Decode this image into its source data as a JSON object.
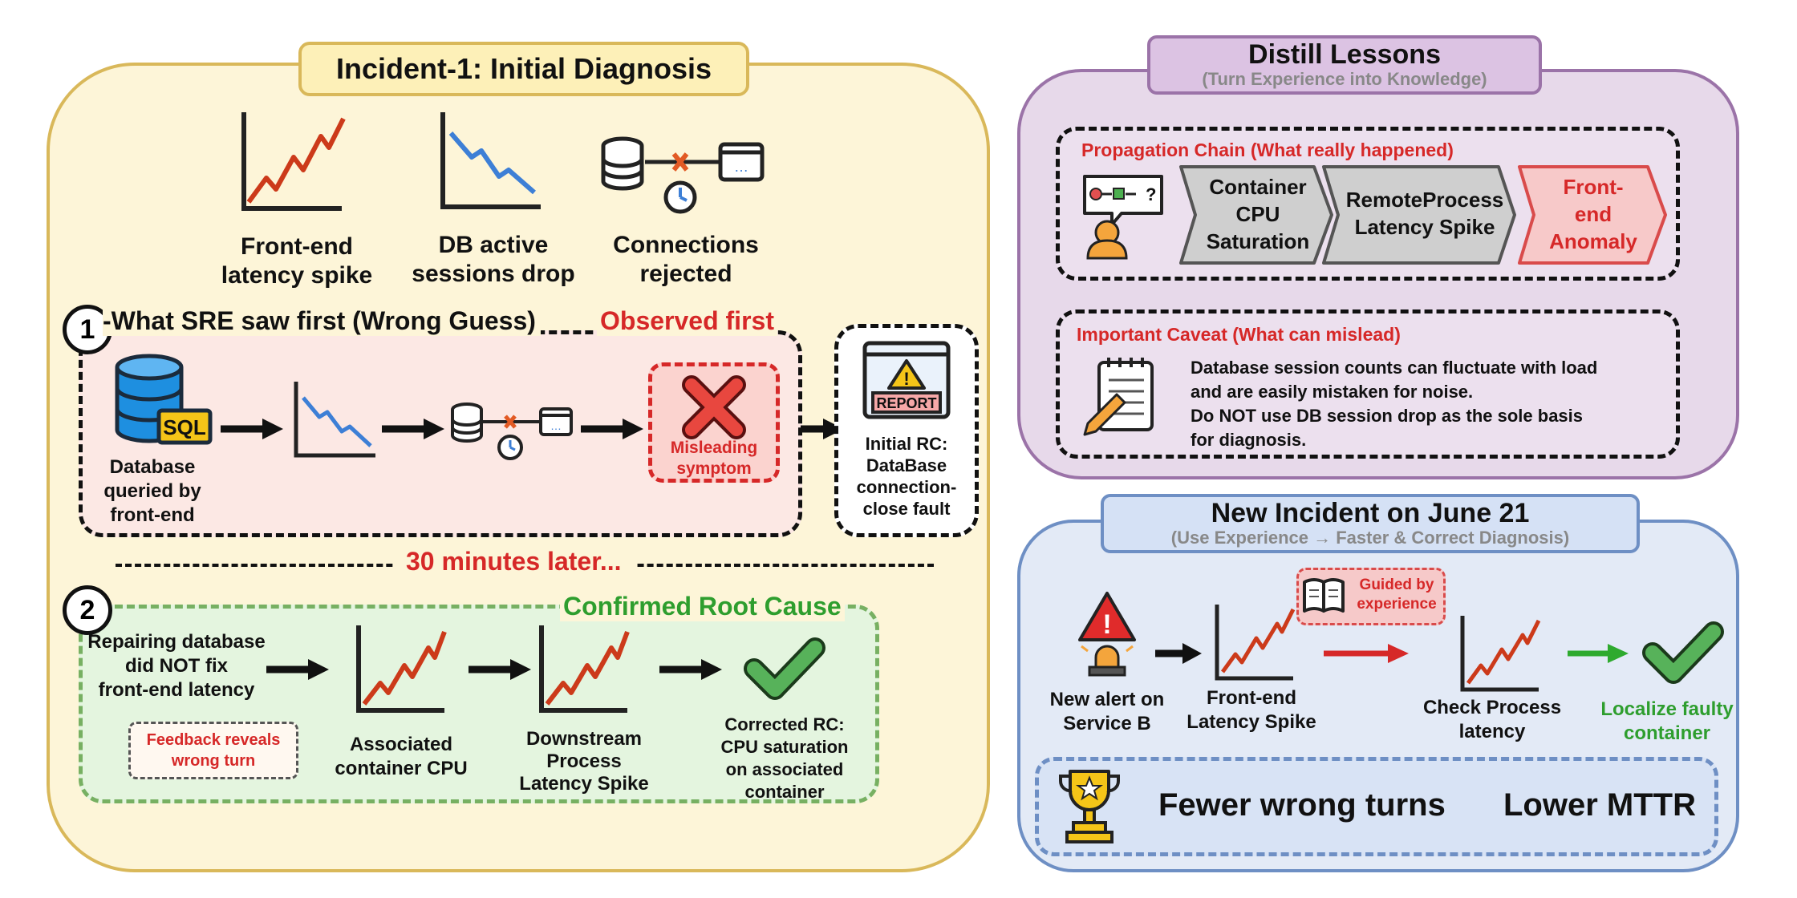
{
  "incident1": {
    "title": "Incident-1: Initial Diagnosis",
    "symptoms": [
      {
        "label_line1": "Front-end",
        "label_line2": "latency spike",
        "icon": "latency-up-chart-icon"
      },
      {
        "label_line1": "DB active",
        "label_line2": "sessions drop",
        "icon": "sessions-down-chart-icon"
      },
      {
        "label_line1": "Connections",
        "label_line2": "rejected",
        "icon": "db-connection-rejected-icon"
      }
    ],
    "step1": {
      "number": "1",
      "heading": "-What SRE saw first (Wrong Guess)",
      "observed_first": "Observed first",
      "db_label": [
        "Database",
        "queried by",
        "front-end"
      ],
      "sql_badge": "SQL",
      "misleading": [
        "Misleading",
        "symptom"
      ],
      "report_badge": "REPORT",
      "initial_rc": [
        "Initial RC:",
        "DataBase",
        "connection-",
        "close fault"
      ]
    },
    "later": "30 minutes later...",
    "step2": {
      "number": "2",
      "confirmed": "Confirmed Root Cause",
      "repair_text": [
        "Repairing database",
        "did NOT fix",
        "front-end latency"
      ],
      "feedback": [
        "Feedback reveals",
        "wrong turn"
      ],
      "container_cpu": [
        "Associated",
        "container CPU"
      ],
      "downstream": [
        "Downstream",
        "Process",
        "Latency Spike"
      ],
      "corrected_rc": [
        "Corrected RC:",
        "CPU saturation",
        "on associated",
        "container"
      ]
    }
  },
  "lessons": {
    "title": "Distill Lessons",
    "subtitle": "(Turn Experience into Knowledge)",
    "chain_title": "Propagation Chain (What really happened)",
    "chain": [
      [
        "Container",
        "CPU",
        "Saturation"
      ],
      [
        "RemoteProcess",
        "Latency Spike"
      ],
      [
        "Front-",
        "end",
        "Anomaly"
      ]
    ],
    "caveat_title": "Important Caveat (What can mislead)",
    "caveat_lines": [
      "Database session counts can fluctuate with load",
      "and are easily mistaken for noise.",
      "Do NOT use DB session drop as the sole basis",
      "for diagnosis."
    ]
  },
  "new_incident": {
    "title": "New Incident on June 21",
    "subtitle": "(Use Experience → Faster & Correct Diagnosis)",
    "alert": [
      "New alert on",
      "Service B"
    ],
    "spike": [
      "Front-end",
      "Latency Spike"
    ],
    "guided": [
      "Guided by",
      "experience"
    ],
    "check": [
      "Check Process",
      "latency"
    ],
    "localize": [
      "Localize faulty",
      "container"
    ],
    "benefit1": "Fewer wrong turns",
    "benefit2": "Lower MTTR"
  },
  "colors": {
    "incident_bg": "#fdf5d8",
    "incident_border": "#d9b85a",
    "lessons_bg": "#e7d9ea",
    "lessons_border": "#9b73a8",
    "new_bg": "#e3eaf6",
    "new_border": "#6e8fc4",
    "red": "#d62828",
    "green": "#2e9e2e"
  }
}
